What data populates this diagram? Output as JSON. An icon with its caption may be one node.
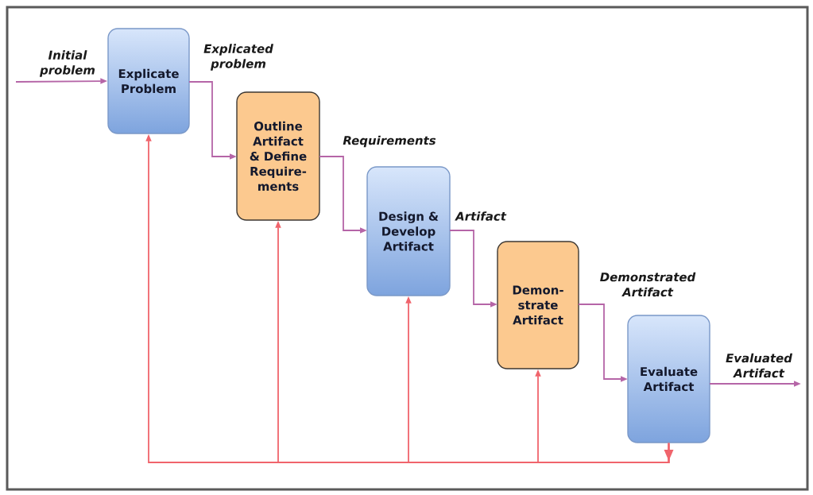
{
  "diagram": {
    "nodes": [
      {
        "text": [
          "Explicate Problem"
        ]
      },
      {
        "text": [
          "Outline Artifact & Define Require- ments"
        ]
      },
      {
        "text": [
          "Design & Develop Artifact"
        ]
      },
      {
        "text": [
          "Demon- strate Artifact"
        ]
      },
      {
        "text": [
          "Evaluate Artifact"
        ]
      }
    ],
    "edges": [
      {
        "from": null,
        "to": 0,
        "arrow": "to",
        "label": "Initial problem"
      },
      {
        "from": 0,
        "to": 1,
        "arrow": "to",
        "label": "Explicated problem"
      },
      {
        "from": 1,
        "to": 2,
        "arrow": "to",
        "label": "Requirements"
      },
      {
        "from": 2,
        "to": 3,
        "arrow": "to",
        "label": "Artifact"
      },
      {
        "from": 3,
        "to": 4,
        "arrow": "to",
        "label": "Demonstrated Artifact"
      },
      {
        "from": 4,
        "to": null,
        "arrow": "to",
        "label": "Evaluated Artifact"
      },
      {
        "from": 4,
        "to": 0,
        "arrow": "to",
        "color": "#f0646c"
      },
      {
        "from": 4,
        "to": 1,
        "arrow": "to",
        "color": "#f0646c"
      },
      {
        "from": 4,
        "to": 2,
        "arrow": "to",
        "color": "#f0646c"
      },
      {
        "from": 4,
        "to": 3,
        "arrow": "to",
        "color": "#f0646c"
      }
    ]
  }
}
